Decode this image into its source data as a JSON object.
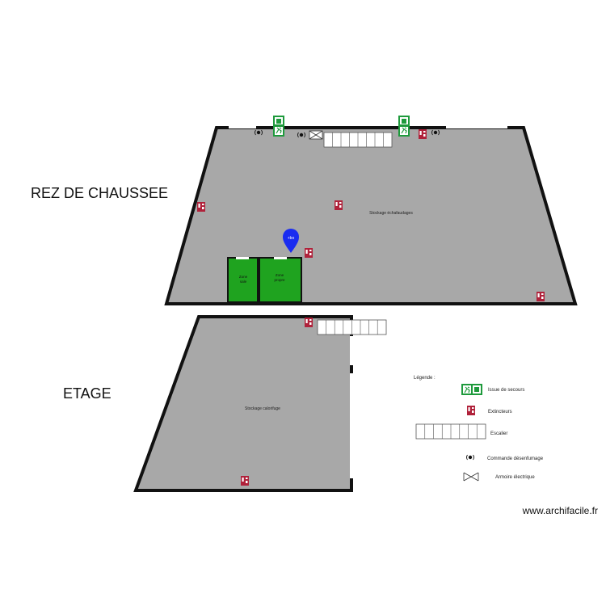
{
  "floors": {
    "ground": {
      "title": "REZ DE CHAUSSEE",
      "storage_label": "Stockage échafaudages"
    },
    "upper": {
      "title": "ETAGE",
      "storage_label": "Stockage calorifuge"
    }
  },
  "zones": {
    "dirty": {
      "line1": "Zone",
      "line2": "sale",
      "color": "#1fa31f"
    },
    "clean": {
      "line1": "Zone",
      "line2": "propre",
      "color": "#1fa31f"
    }
  },
  "map_marker": {
    "label": "+bo",
    "color": "#1a2cf0"
  },
  "legend": {
    "title": "Légende :",
    "items": [
      {
        "icon": "emergency-exit-icon",
        "label": "Issue de secours"
      },
      {
        "icon": "fire-extinguisher-icon",
        "label": "Extincteurs"
      },
      {
        "icon": "staircase-icon",
        "label": "Escalier"
      },
      {
        "icon": "smoke-vent-control-icon",
        "label": "Commande désenfumage"
      },
      {
        "icon": "electrical-cabinet-icon",
        "label": "Armoire électrique"
      }
    ]
  },
  "credit": "www.archifacile.fr",
  "colors": {
    "floor": "#a8a8a8",
    "wall": "#111111",
    "exit": "#1e9a3c",
    "extinguisher": "#b0213a"
  }
}
